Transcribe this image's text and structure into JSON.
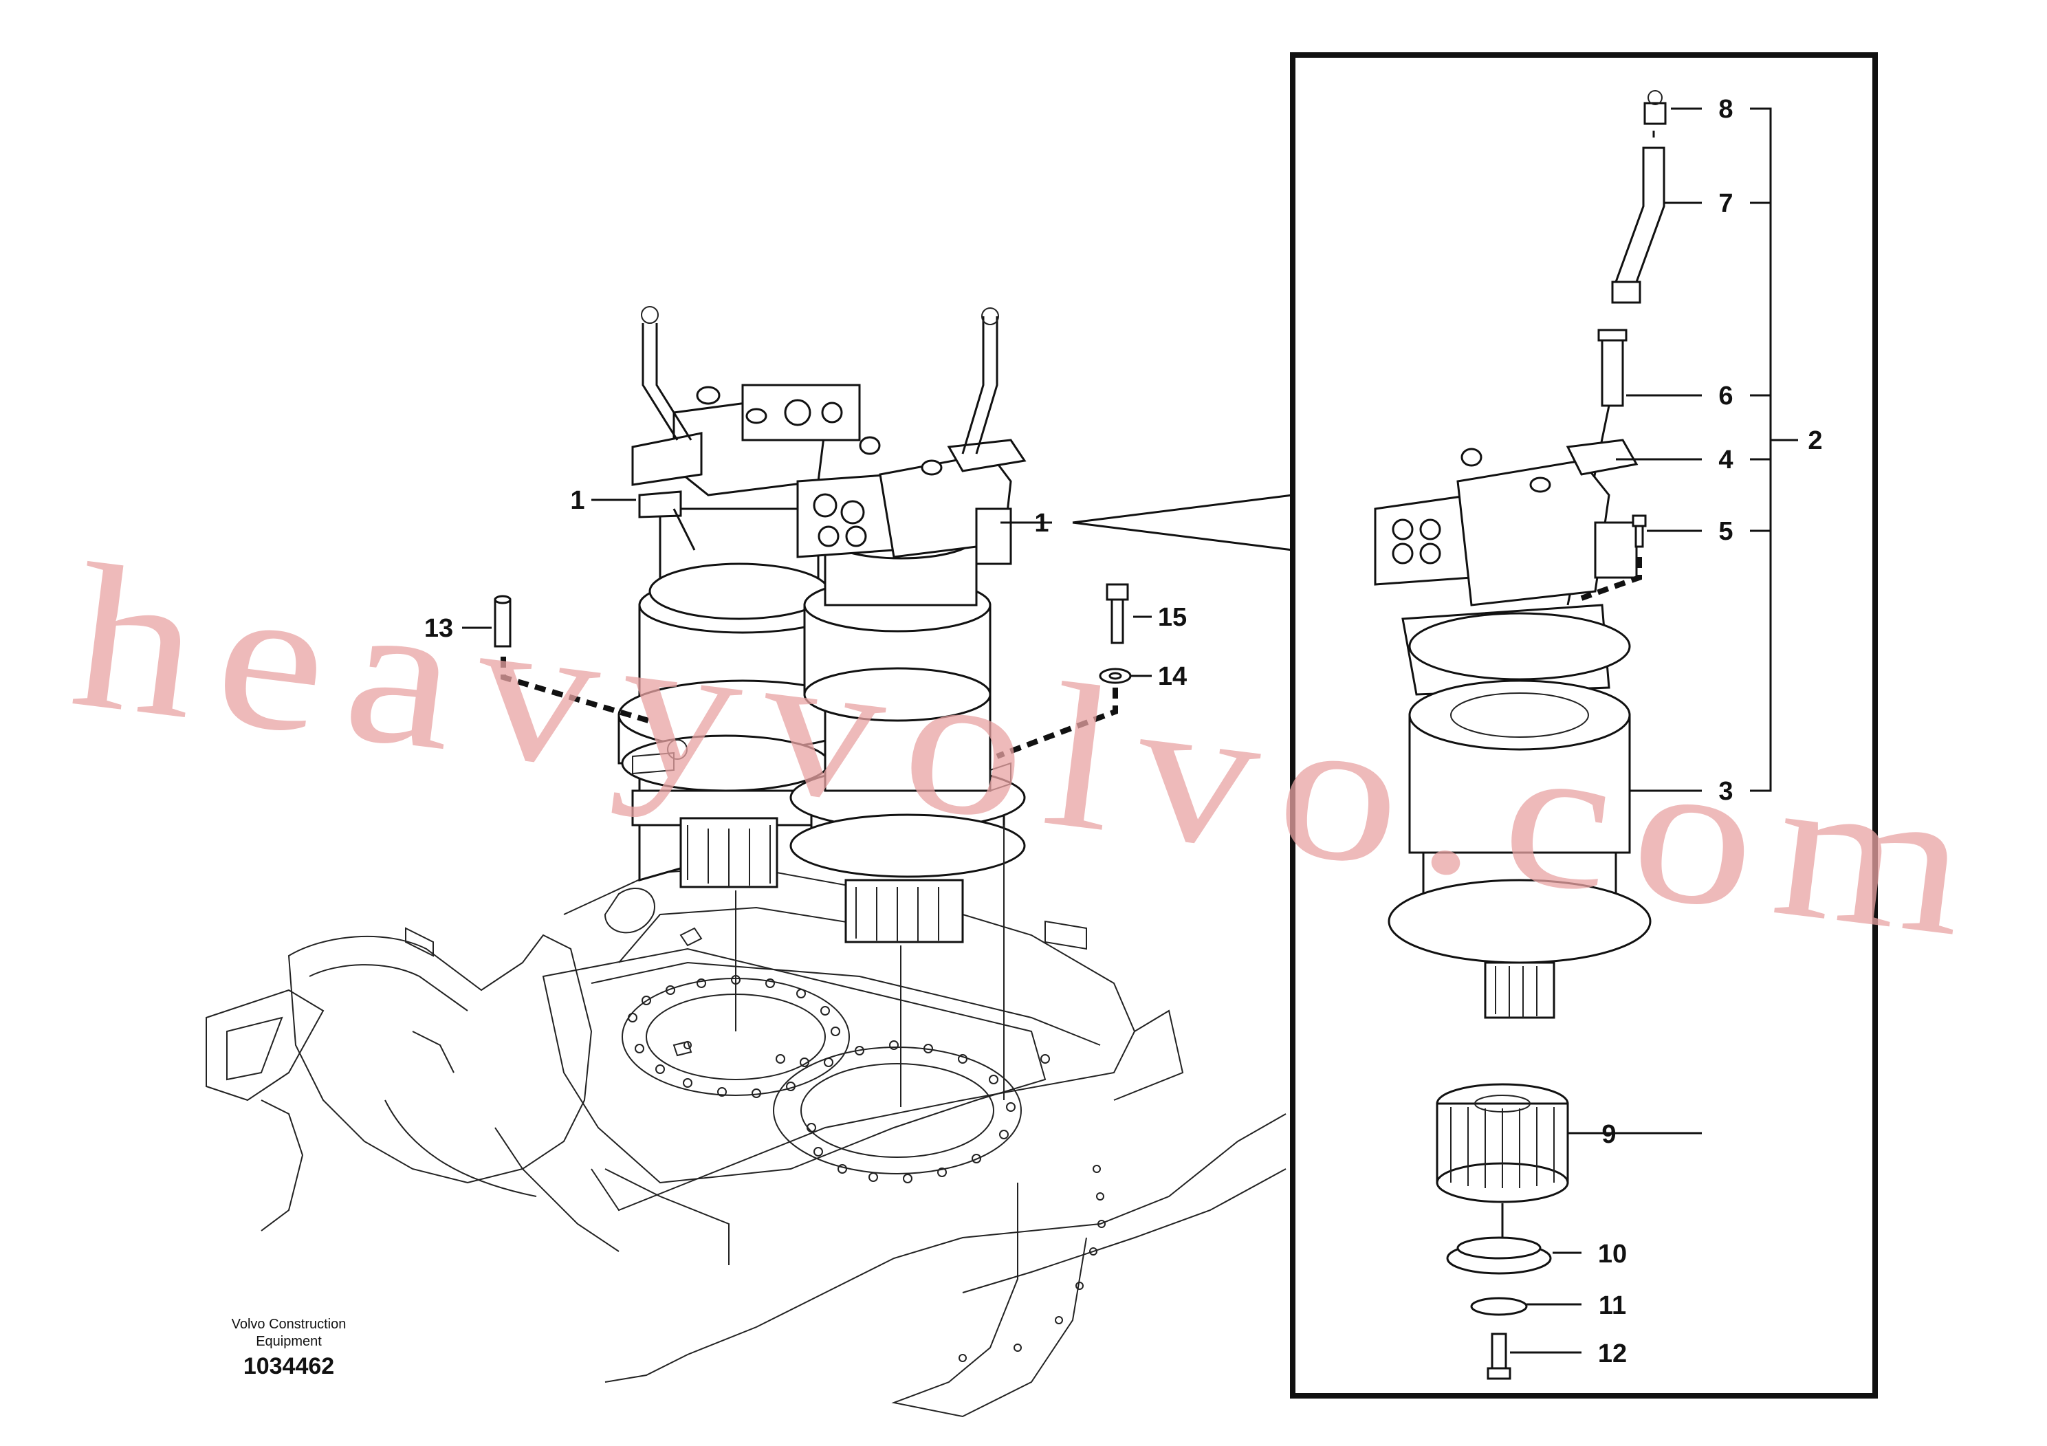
{
  "title_block": {
    "caption_line1": "Volvo Construction",
    "caption_line2": "Equipment",
    "drawing_number": "1034462"
  },
  "watermark": "heavyvolvo.com",
  "callouts": {
    "c1_left": "1",
    "c1_right": "1",
    "c2": "2",
    "c3": "3",
    "c4": "4",
    "c5": "5",
    "c6": "6",
    "c7": "7",
    "c8": "8",
    "c9": "9",
    "c10": "10",
    "c11": "11",
    "c12": "12",
    "c13": "13",
    "c14": "14",
    "c15": "15"
  },
  "colors": {
    "line": "#111111",
    "watermark": "#e9a3a3",
    "background": "#ffffff"
  }
}
